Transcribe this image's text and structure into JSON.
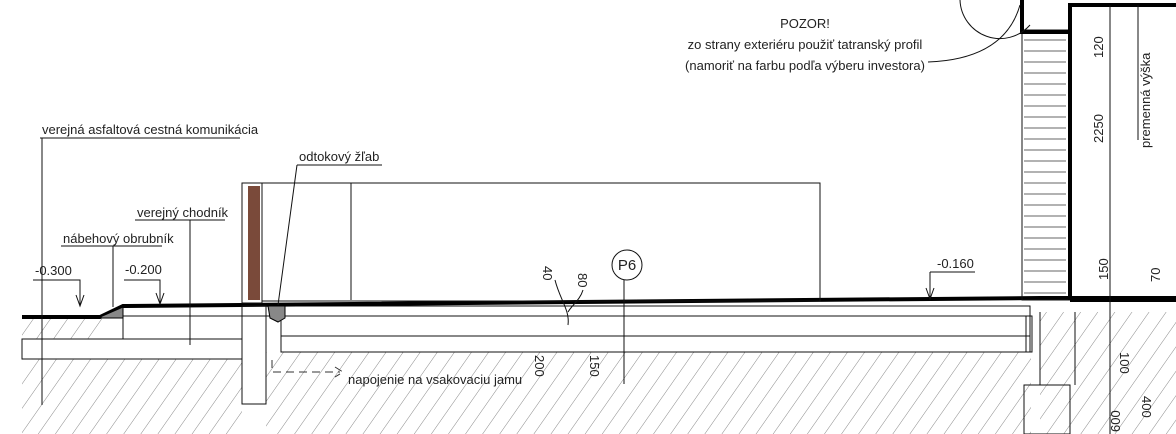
{
  "labels": {
    "road": "verejná asfaltová cestná komunikácia",
    "gutter": "odtokový žľab",
    "sidewalk": "verejný chodník",
    "curb": "nábehový obrubník",
    "level_road": "-0.300",
    "level_sidewalk": "-0.200",
    "level_drive": "-0.160",
    "section_marker": "P6",
    "drain_connection": "napojenie na vsakovaciu jamu",
    "variable_height": "premenná výška"
  },
  "note": {
    "title": "POZOR!",
    "line1": "zo strany exteriéru použiť tatranský profil",
    "line2": "(namoriť na farbu podľa výberu investora)"
  },
  "dimensions": {
    "d40": "40",
    "d80": "80",
    "d200": "200",
    "d150a": "150",
    "d120": "120",
    "d2250": "2250",
    "d150b": "150",
    "d70": "70",
    "d100": "100",
    "d400": "400",
    "d600": "600"
  },
  "colors": {
    "post": "#7a4a3a",
    "curb": "#888888"
  }
}
